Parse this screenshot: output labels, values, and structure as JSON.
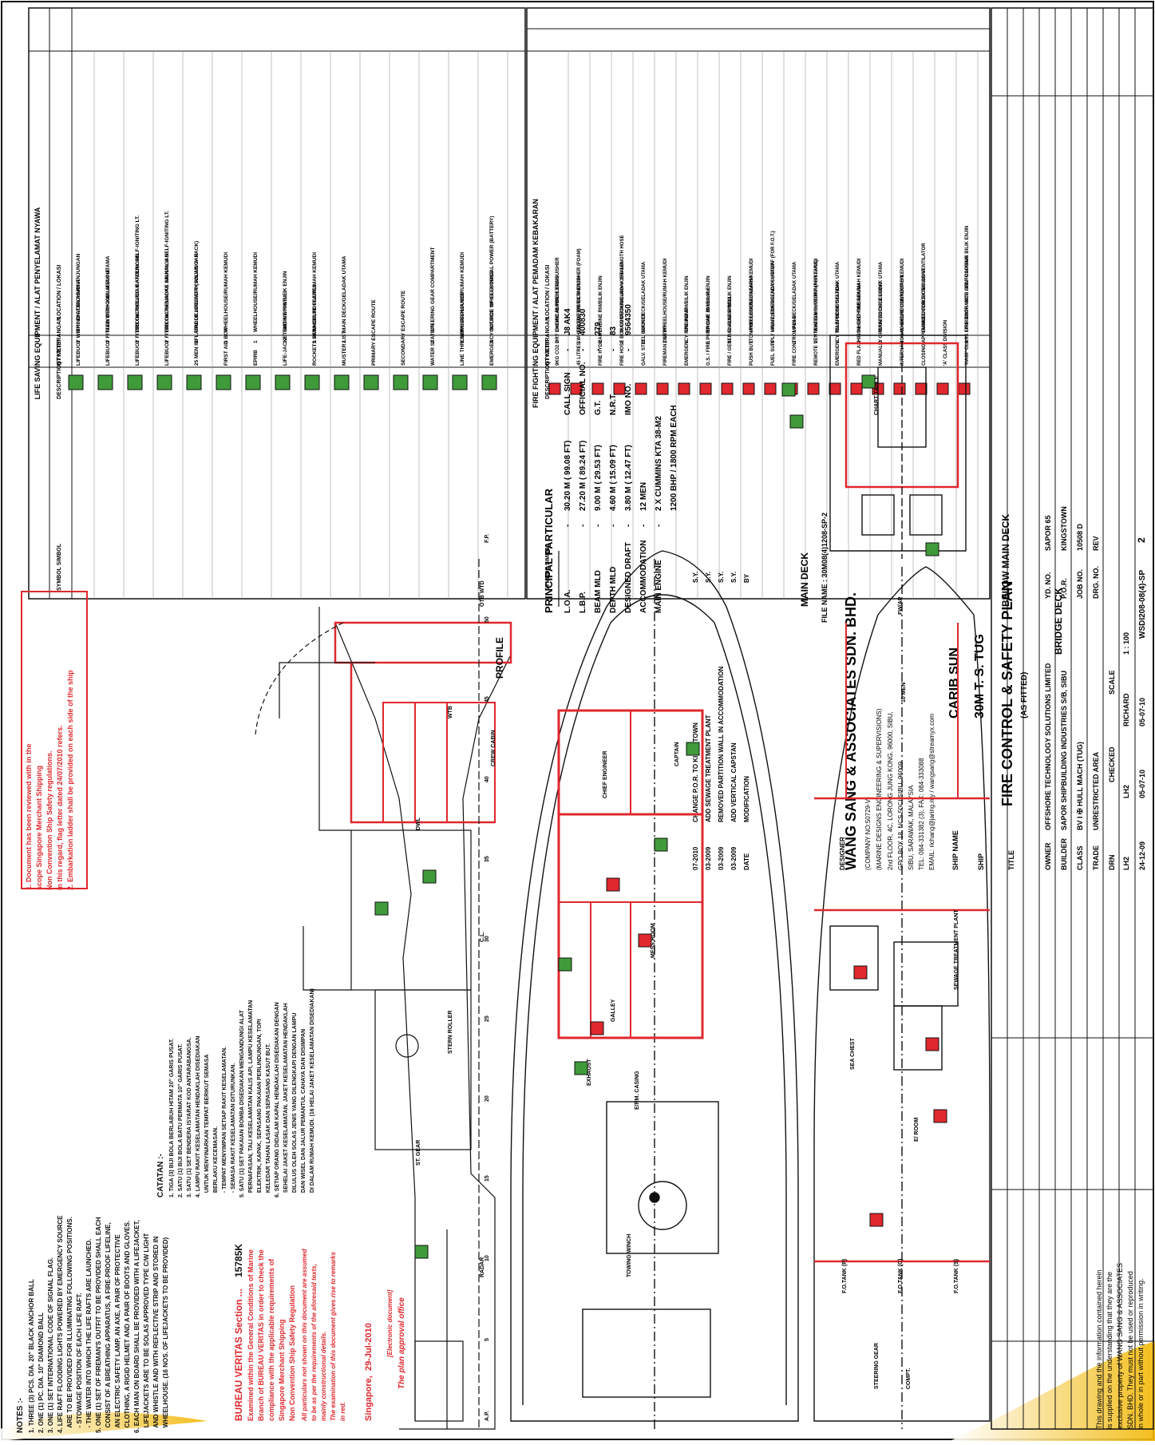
{
  "sheet": {
    "company": "WANG SANG & ASSOCIATES SDN. BHD.",
    "company_no": "(COMPANY NO:50729-V)",
    "company_sub": "(MARINE DESIGNS ENGINEERING & SUPERVISIONS)",
    "address_lines": [
      "2nd FLOOR, 4C, LORONG JUNG KONG, 96000, SIBU,",
      "GPO BOX 18, NCS 50CI SIBU, 96009",
      "SIBU, SARAWAK, MALAYSIA",
      "TEL: 084-331382 (3), FAX: 084-333088",
      "EMAIL: richang@jaring.my / wangsang@streamyx.com"
    ],
    "ship_name_label": "SHIP NAME",
    "ship_name": "CARIB SUN",
    "ship_label": "SHIP",
    "ship": "30M T. S. TUG",
    "title_label": "TITLE",
    "title": "FIRE CONTROL & SAFETY PLAN",
    "title_sub": "(AS FITTED)",
    "rows": [
      {
        "k": "OWNER",
        "v": "OFFSHORE TECHNOLOGY SOLUTIONS LIMITED",
        "k2": "YD. NO.",
        "v2": "SAPOR 65"
      },
      {
        "k": "BUILDER",
        "v": "SAPOR SHIPBUILDING INDUSTRIES S/B, SIBU",
        "k2": "P.O.R.",
        "v2": "KINGSTOWN"
      },
      {
        "k": "CLASS",
        "v": "BV I ✠ HULL MACH (TUG)",
        "k2": "JOB NO.",
        "v2": "10508 D"
      },
      {
        "k": "TRADE",
        "v": "UNRESTRICTED AREA",
        "k2": "DRG. NO.",
        "v2": "REV"
      }
    ],
    "sign_header": [
      "DRN",
      "CHECKED",
      "SCALE"
    ],
    "sign_row1": [
      "LH2",
      "LH2",
      "RICHARD",
      "1 : 100"
    ],
    "sign_row2": [
      "24-12-09",
      "05-07-10",
      "05-07-10"
    ],
    "drawing_no": "WSDI208-08(4)-SP",
    "rev": "2",
    "revisions": [
      {
        "date": "07-2010",
        "desc": "CHANGE P.O.R. TO KINGSTOWN",
        "by": "S.Y."
      },
      {
        "date": "03-2009",
        "desc": "ADD SEWAGE TREATMENT PLANT",
        "by": "S.Y."
      },
      {
        "date": "03-2009",
        "desc": "REMOVED PARTITION WALL IN ACCOMMODATION",
        "by": "S.Y."
      },
      {
        "date": "03-2009",
        "desc": "ADD VERTICAL CAPSTAN",
        "by": "S.Y."
      },
      {
        "date": "DATE",
        "desc": "MODIFICATION",
        "by": "BY"
      }
    ],
    "designer_label": "DESIGNER",
    "file_name": "FILE NAME : 30M08(4)1208-SP-2",
    "disclaimer": [
      "This drawing and the information contained herein",
      "is supplied on the understanding that they are the",
      "exclusive property of WANG SANG & ASSOCIATES",
      "SDN. BHD. They must not be used or reproduced",
      "in whole or in part without permission in writing."
    ]
  },
  "tables": {
    "lsa_title": "LIFE SAVING EQUIPMENT / ALAT PENYELAMAT NYAWA",
    "ffe_title": "FIRE FIGHTING EQUIPMENT / ALAT PEMADAM KEBAKARAN",
    "col_symbol": "SYMBOL SIMBOL",
    "col_desc": "DESCRIPTION / KETERANGAN",
    "col_qty": "QTY./KTY.",
    "col_loc": "LOCATION / LOKASI",
    "lsa_rows": [
      {
        "d": "LIFEBUOY WITH NO ATTACHMENT",
        "q": "2",
        "l": "BRI. DK./GELADAK ANJUNGAN"
      },
      {
        "d": "LIFEBUOY FITTED WITH 30M LIFELINE",
        "q": "2",
        "l": "MAIN DECK/GELADAK UTAMA"
      },
      {
        "d": "LIFEBUOY FITTED WITH ELEC. BATTERY SELF-IGNITING LT.",
        "q": "2",
        "l": "BRI. DK./GELADAK ANJUNGAN"
      },
      {
        "d": "LIFEBUOY FITTED WITH SMOKE SIGNAL & SELF-IGNITING LT.",
        "q": "2",
        "l": "BRI. DK./GELADAK ANJUNGAN"
      },
      {
        "d": "25 MEN INFLATABLE LIFERAFT (SOLAS 'A' PACK)",
        "q": "2",
        "l": "BRI. DK./GELADAK ANJUNGAN"
      },
      {
        "d": "FIRST AID BOX",
        "q": "1",
        "l": "WHEELHOUSE/RUMAH KEMUDI"
      },
      {
        "d": "EPIRB",
        "q": "1",
        "l": "WHEELHOUSE/RUMAH KEMUDI"
      },
      {
        "d": "LIFE-JACKET WITH WHISTLE",
        "q": "12",
        "l": "ENGINE RM/BILIK ENJIN"
      },
      {
        "d": "ROCKETS PARACHUTE FLARES",
        "q": "1 SET",
        "l": "WHEELHOUSE/RUMAH KEMUDI"
      },
      {
        "d": "MUSTER LIST",
        "q": "2",
        "l": "MAIN DECK/GELADAK UTAMA"
      },
      {
        "d": "PRIMARY ESCAPE ROUTE",
        "q": "",
        "l": ""
      },
      {
        "d": "SECONDARY ESCAPE ROUTE",
        "q": "",
        "l": ""
      },
      {
        "d": "WATER STATION",
        "q": "1",
        "l": "STEERING GEAR COMPARTMENT"
      },
      {
        "d": "LINE THROWING APPLIANCE",
        "q": "1 SET",
        "l": "WHEELHOUSE/RUMAH KEMUDI"
      },
      {
        "d": "EMERGENCY SOURCE OF ELECTRICAL POWER (BATTERY)",
        "q": "2",
        "l": "OUTSIDE WHEELHOUSE"
      }
    ],
    "ffe_rows": [
      {
        "d": "9KG CO2 DRY CHEMICAL FIRE EXTINGUISHER",
        "q": "2",
        "l": "ENGINE RM/BILIK ENJIN"
      },
      {
        "d": "45 LITRES WHEELED FIRE EXTINGUISHER (FOAM)",
        "q": "1",
        "l": "ENGINE RM/BILIK ENJIN"
      },
      {
        "d": "FIRE HYDRANT",
        "q": "2",
        "l": "ENGINE RM/BILIK ENJIN"
      },
      {
        "d": "FIRE HOSE BOX CONTAINING 40m x 15m LENGTH HOSE",
        "q": "2",
        "l": "MAIN DECK/GELADAK UTAMA"
      },
      {
        "d": "GALV. STEEL BUCKET",
        "q": "2",
        "l": "MAIN DECK/GELADAK UTAMA"
      },
      {
        "d": "FIREMAN OUTFIT",
        "q": "2 SET",
        "l": "WHEELHOUSE/RUMAH KEMUDI"
      },
      {
        "d": "EMERGENCY FIRE PUMP",
        "q": "1",
        "l": "ENGINE RM/BILIK ENJIN"
      },
      {
        "d": "G.S. / FIRE PUMP CAP. 20 cu/m/hr",
        "q": "1",
        "l": "ENGINE RM/BILIK ENJIN"
      },
      {
        "d": "FIRE / GENERAL ALARM BELL",
        "q": "1",
        "l": "ENGINE RM/BILIK ENJIN"
      },
      {
        "d": "PUSH BUTTON FOR GENERAL ALARM",
        "q": "1",
        "l": "WHEELHOUSE/RUMAH KEMUDI"
      },
      {
        "d": "FUEL SUPPLY VALVE, EMERGENCY SHUTOFF (FOR F.O.T.)",
        "q": "1",
        "l": "MAIN DECK/GELADAK UTAMA"
      },
      {
        "d": "FIRE CONTROL PLAN",
        "q": "2",
        "l": "MAIN DECK/GELADAK UTAMA"
      },
      {
        "d": "REMOTE VENTILATION SHUTOFF (FOR FANS)",
        "q": "2",
        "l": "WHEELHOUSE/RUMAH KEMUDI"
      },
      {
        "d": "EMERGENCY TELEPHONE STATION",
        "q": "1",
        "l": "MAIN DECK/GELADAK UTAMA"
      },
      {
        "d": "RED FLASHING LIGHT FIRE ALARM",
        "q": "2",
        "l": "WHEELHOUSE/RUMAH KEMUDI"
      },
      {
        "d": "MANUALLY OPERATED CALL POINT",
        "q": "2",
        "l": "MAIN DECK/GELADAK UTAMA"
      },
      {
        "d": "INTERNATIONAL SHORE CONNECTION",
        "q": "1",
        "l": "WHEELHOUSE/RUMAH KEMUDI"
      },
      {
        "d": "CLOSING APPLIANCES FOR EXTERIOR VENTILATOR",
        "q": "",
        "l": "FUNNEL/CEROBONG ASAP"
      },
      {
        "d": "'A' CLASS DIVISION",
        "q": "",
        "l": ""
      },
      {
        "d": "'HA60' CLASS FIRE DOOR WITH SELF-CLOSING",
        "q": "1",
        "l": "E/RM ENTRANCE / PINTU MASUK BILIK ENJIN"
      }
    ]
  },
  "particulars": {
    "title": "PRINCIPAL   PARTICULAR",
    "rows": [
      [
        "L.O.A.",
        "-",
        "30.20 M  ( 99.08 FT)"
      ],
      [
        "L.B.P.",
        "-",
        "27.20 M  ( 89.24 FT)"
      ],
      [
        "BEAM MLD",
        "-",
        "9.00 M  ( 29.53 FT)"
      ],
      [
        "DEPTH MLD",
        "-",
        "4.60 M  ( 15.09 FT)"
      ],
      [
        "DESIGNED DRAFT",
        "-",
        "3.80 M  ( 12.47 FT)"
      ],
      [
        "ACCOMMODATION",
        "-",
        "12 MEN"
      ],
      [
        "MAIN ENGINE",
        "-",
        "2 X CUMMINS KTA 38-M2"
      ],
      [
        "",
        "",
        "1200 BHP / 1800 RPM EACH"
      ]
    ],
    "call_rows": [
      [
        "CALL SIGN",
        "-",
        "J8 AK4"
      ],
      [
        "OFFICIAL NO.",
        "-",
        "400830"
      ],
      [
        "G.T.",
        "-",
        "279"
      ],
      [
        "N.R.T.",
        "-",
        "83"
      ],
      [
        "IMO NO.",
        "-",
        "9564350"
      ]
    ]
  },
  "views": {
    "profile": "PROFILE",
    "main_deck": "MAIN DECK",
    "below_main_deck": "BELOW MAIN DECK",
    "bridge_deck": "BRIDGE DECK",
    "rooms": {
      "crew_cabin": "CREW CABIN",
      "captain": "CAPTAIN",
      "chief_engineer": "CHIEF ENGINEER",
      "mess_room": "MESS ROOM",
      "galley": "GALLEY",
      "exhaust": "EXHAUST",
      "er_casing": "E/RM. CASING",
      "towing_winch": "TOWING WINCH",
      "steering_gear": "STEERING GEAR",
      "compt": "COMPT.",
      "er_room": "E/ ROOM",
      "fot_p": "F.O.TANK (P)",
      "fot_c": "F.O.TANK (C)",
      "fot_s": "F.O.TANK (S)",
      "ten_men": "10 MEN",
      "sewage": "SEWAGE TREATMENT PLANT",
      "sea_chest": "SEA CHEST",
      "chart_table": "CHART TABLE",
      "fw_ap": "FW/AP",
      "frame_marks": [
        "A.P.",
        "5",
        "10",
        "15",
        "20",
        "25",
        "30",
        "35",
        "40",
        "45",
        "50",
        "F.P."
      ],
      "profile_labels": [
        "OTB WTD",
        "WTB",
        "DWL",
        "C.L.",
        "STERN ROLLER",
        "ST. GEAR",
        "RADAR"
      ]
    }
  },
  "notes": {
    "title": "NOTES :-",
    "items": [
      "1. THREE (3) PCS. DIA. 20\" BLACK ANCHOR BALL",
      "2. ONE (1) PC. DIA. 10\" DIAMOND BALL",
      "3. ONE (1) SET INTERNATIONAL CODE OF SIGNAL FLAG.",
      "4. LIFE RAFT FLOODING LIGHTS POWERED BY EMERGENCY SOURCE",
      "   ARE TO BE PROVIDED FOR ILLUMINATING FOLLOWING POSITIONS.",
      "   - STOWAGE POSITION OF EACH LIFE RAFT.",
      "   - THE WATER INTO WHICH THE LIFE RAFTS ARE LAUNCHED.",
      "5. ONE (1) SET OF FIREMAN'S OUTFIT TO BE PROVIDED SHALL EACH",
      "   CONSIST OF A BREATHING APPARATUS, A FIRE-PROOF LIFELINE,",
      "   AN ELECTRIC SAFETY LAMP, AN AXE, A PAIR OF PROTECTIVE",
      "   CLOTHING, A RIGID HELMET AND A PAIR OF BOOTS AND GLOVES.",
      "6. EACH MAN ON BOARD SHALL BE PROVIDED WITH A LIFEJACKET,",
      "   LIFEJACKETS ARE TO BE SOLAS APPROVED TYPE C/W LIGHT",
      "   AND WHISTLE AND WITH REFLECTIVE STRIP AND STORED IN",
      "   WHEELHOUSE. (16 NOS. OF LIFEJACKETS TO BE PROVIDED)"
    ],
    "catatan_title": "CATATAN :-",
    "catatan": [
      "1. TIGA (3) BIJI BOLA BERLABUH HITAM 20\" GARIS PUSAT.",
      "2. SATU (1) BIJI BOLA BATU PERMATA 10\" GARIS PUSAT.",
      "3. SATU (1) SET BENDERA ISYARAT KOD ANTARABANGSA.",
      "4. LAMPU RAKIT KESELAMATAN HENDAKLAH DISEDIAKAN",
      "   UNTUK MENYINARKAN TEMPAT BERIKUT SEMASA",
      "   BERLAKU KECEMASAN.",
      "   - TEMPAT MENYIMPAN SETIAP RAKIT KESELAMATAN.",
      "   - SEMASA RAKIT KESELAMATAN DITURUNKAN.",
      "5. SATU (1) SET PAKAIAN BOMBA DISEDIAKAN MENGANDUNGI ALAT",
      "   PERNAFASAN, TALI KESELAMATAN KALIS API, LAMPU KESELAMATAN",
      "   ELEKTRIK, KAPAK, SEPASANG PAKAIAN PERLINDUNGAN, TOPI",
      "   KELEDAR TAHAN LASAK DAN SEPASANG KASUT BUT.",
      "6. SETIAP ORANG DIDALAM KAPAL HENDAKLAH DISEDIAKAN DENGAN",
      "   SEHELAI JAKET KESELAMATAN. JAKET KESELAMATAN HENDAKLAH",
      "   DILULUS OLEH SOLAS JENIS YANG DILENGKAPI DENGAN LAMPU",
      "   DAN WISEL DAN JALUR PEMANTUL CAHAYA DAN DISIMPAN",
      "   DI DALAM RUMAH KEMUDI. (16 HELAI JAKET KESELAMATAN DISEDIAKAN)"
    ]
  },
  "bv_stamp": {
    "title_prefix": "BUREAU VERITAS Section ...",
    "section_no": "15785K",
    "lines": [
      "Examined within the General Conditions of Marine",
      "Branch of BUREAU VERITAS in order to check the",
      "compliance with the applicable requirements of",
      "Singapore Merchant Shipping",
      "Non Convention Ship Safety Regulation"
    ],
    "italic_lines": [
      "All particulars not shown on this document are assumed",
      "to be as per the requirements of the aforesaid texts,",
      "mainly constructional details.",
      "The examination of this document gives rise to remarks",
      "in red."
    ],
    "place_date": "Singapore,  29-Jul-2010",
    "electronic": "[Electronic document]",
    "office": "The plan approval office"
  },
  "red_box": {
    "lines": [
      "1. Document has been reviewed with in the",
      "scope Singapore Merchant Shipping",
      "Non Convention Ship Safety regulations.",
      "In this regard, flag letter dated 24/07/2010 refers.",
      "2. Embarkation ladder shall be provided on each side of the ship"
    ]
  },
  "colors": {
    "ink": "#1a1a1a",
    "red": "#e0282e",
    "green": "#3f9b3a",
    "gold": "#f2b705"
  }
}
